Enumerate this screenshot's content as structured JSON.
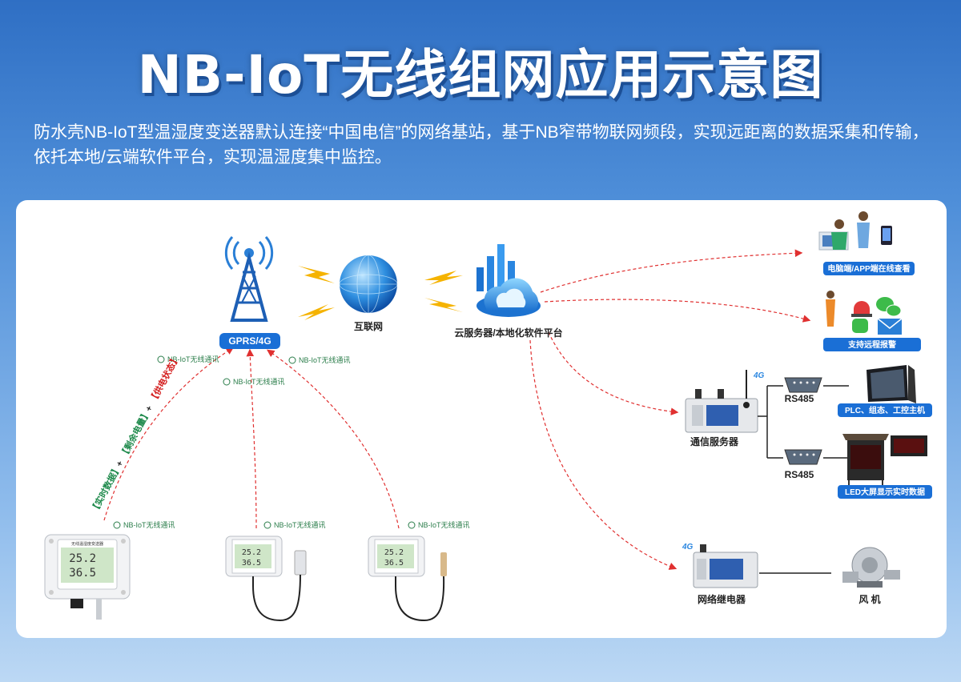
{
  "title": "NB-IoT无线组网应用示意图",
  "description": "防水壳NB-IoT型温湿度变送器默认连接“中国电信”的网络基站，基于NB窄带物联网频段，实现远距离的数据采集和传输，依托本地/云端软件平台，实现温湿度集中监控。",
  "tower_label": "GPRS/4G",
  "internet_label": "互联网",
  "cloud_label": "云服务器/本地化软件平台",
  "nb_link_label": "NB-IoT无线通讯",
  "data_tags": {
    "realtime": "【实时数据】",
    "plus1": "+",
    "battery": "【剩余电量】",
    "plus2": "+",
    "power": "【供电状态】"
  },
  "endpoints": {
    "pc_app": "电脑端/APP端在线查看",
    "alarm": "支持远程报警",
    "comm_server": "通信服务器",
    "rs485_a": "RS485",
    "rs485_b": "RS485",
    "plc": "PLC、组态、工控主机",
    "led": "LED大屏显示实时数据",
    "relay": "网络继电器",
    "fan": "风 机",
    "four_g": "4G"
  },
  "device": {
    "temp": "25.2",
    "hum": "36.5",
    "brand": "无线温湿度变送器"
  },
  "colors": {
    "accent": "#1a6fd6",
    "link": "#e03030",
    "nb": "#2a7d4a",
    "tagred": "#d42020",
    "taggreen": "#1f8a4c"
  }
}
